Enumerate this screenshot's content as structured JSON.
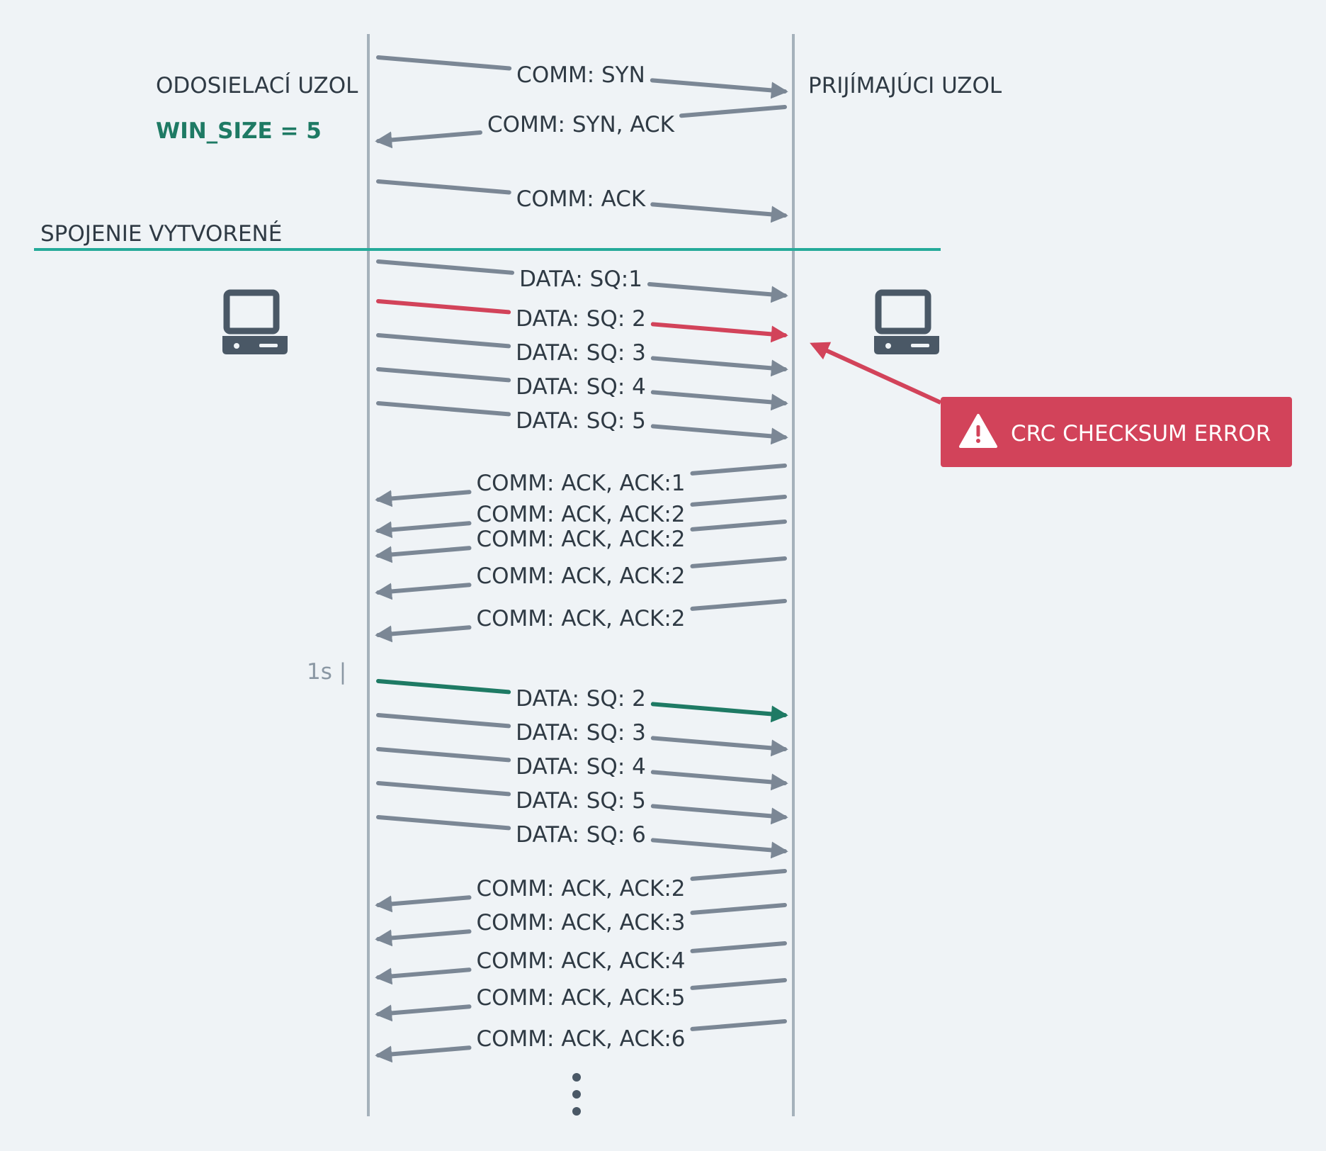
{
  "sender": {
    "title": "ODOSIELACÍ UZOL",
    "window": "WIN_SIZE = 5"
  },
  "receiver": {
    "title": "PRIJÍMAJÚCI UZOL"
  },
  "connection_established": "SPOJENIE VYTVORENÉ",
  "timeout_marker": "1s |",
  "error_badge": {
    "text": "CRC CHECKSUM ERROR",
    "icon": "warning-triangle-icon"
  },
  "colors": {
    "background": "#eff3f6",
    "lifeline": "#a5b1bb",
    "arrow": "#7b8795",
    "error": "#d2435a",
    "retransmit": "#1e7a64",
    "divider": "#25aa9a",
    "text": "#2f3a44",
    "device": "#4a5866"
  },
  "messages": [
    {
      "label": "COMM: SYN",
      "direction": "to-receiver",
      "status": "normal"
    },
    {
      "label": "COMM: SYN, ACK",
      "direction": "to-sender",
      "status": "normal"
    },
    {
      "label": "COMM: ACK",
      "direction": "to-receiver",
      "status": "normal"
    },
    {
      "label": "DATA: SQ:1",
      "direction": "to-receiver",
      "status": "normal"
    },
    {
      "label": "DATA: SQ: 2",
      "direction": "to-receiver",
      "status": "error"
    },
    {
      "label": "DATA: SQ: 3",
      "direction": "to-receiver",
      "status": "normal"
    },
    {
      "label": "DATA: SQ: 4",
      "direction": "to-receiver",
      "status": "normal"
    },
    {
      "label": "DATA: SQ: 5",
      "direction": "to-receiver",
      "status": "normal"
    },
    {
      "label": "COMM: ACK, ACK:1",
      "direction": "to-sender",
      "status": "normal"
    },
    {
      "label": "COMM: ACK, ACK:2",
      "direction": "to-sender",
      "status": "normal"
    },
    {
      "label": "COMM: ACK, ACK:2",
      "direction": "to-sender",
      "status": "normal"
    },
    {
      "label": "COMM: ACK, ACK:2",
      "direction": "to-sender",
      "status": "normal"
    },
    {
      "label": "COMM: ACK, ACK:2",
      "direction": "to-sender",
      "status": "normal"
    },
    {
      "label": "DATA: SQ: 2",
      "direction": "to-receiver",
      "status": "retransmit"
    },
    {
      "label": "DATA: SQ: 3",
      "direction": "to-receiver",
      "status": "normal"
    },
    {
      "label": "DATA: SQ: 4",
      "direction": "to-receiver",
      "status": "normal"
    },
    {
      "label": "DATA: SQ: 5",
      "direction": "to-receiver",
      "status": "normal"
    },
    {
      "label": "DATA: SQ: 6",
      "direction": "to-receiver",
      "status": "normal"
    },
    {
      "label": "COMM: ACK, ACK:2",
      "direction": "to-sender",
      "status": "normal"
    },
    {
      "label": "COMM: ACK, ACK:3",
      "direction": "to-sender",
      "status": "normal"
    },
    {
      "label": "COMM: ACK, ACK:4",
      "direction": "to-sender",
      "status": "normal"
    },
    {
      "label": "COMM: ACK, ACK:5",
      "direction": "to-sender",
      "status": "normal"
    },
    {
      "label": "COMM: ACK, ACK:6",
      "direction": "to-sender",
      "status": "normal"
    }
  ]
}
